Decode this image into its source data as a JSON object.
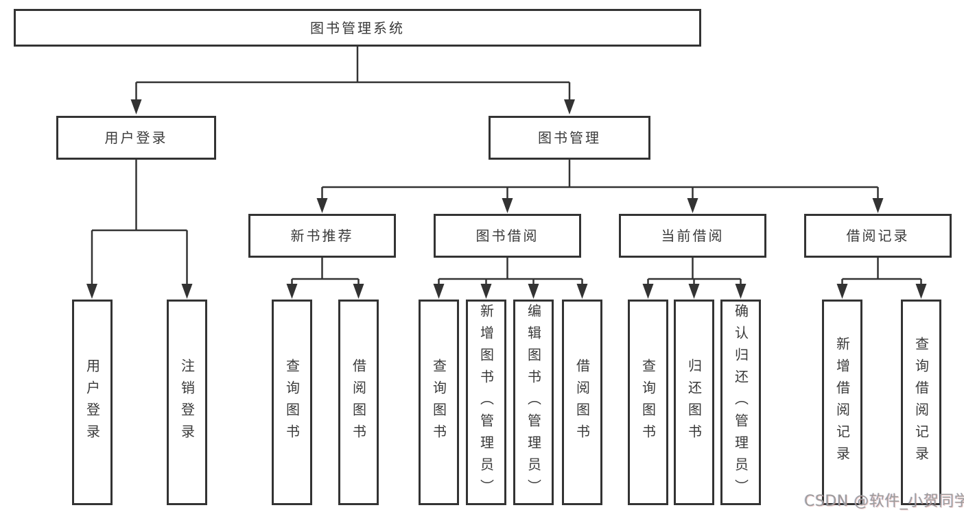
{
  "diagram": {
    "type": "hierarchy-tree",
    "tree": {
      "label": "图书管理系统",
      "children": [
        {
          "label": "用户登录",
          "children": [
            {
              "label": "用户登录"
            },
            {
              "label": "注销登录"
            }
          ]
        },
        {
          "label": "图书管理",
          "children": [
            {
              "label": "新书推荐",
              "children": [
                {
                  "label": "查询图书"
                },
                {
                  "label": "借阅图书"
                }
              ]
            },
            {
              "label": "图书借阅",
              "children": [
                {
                  "label": "查询图书"
                },
                {
                  "label": "新增图书（管理员）"
                },
                {
                  "label": "编辑图书（管理员）"
                },
                {
                  "label": "借阅图书"
                }
              ]
            },
            {
              "label": "当前借阅",
              "children": [
                {
                  "label": "查询图书"
                },
                {
                  "label": "归还图书"
                },
                {
                  "label": "确认归还（管理员）"
                }
              ]
            },
            {
              "label": "借阅记录",
              "children": [
                {
                  "label": "新增借阅记录"
                },
                {
                  "label": "查询借阅记录"
                }
              ]
            }
          ]
        }
      ]
    },
    "colors": {
      "line": "#333333",
      "box_border": "#333333",
      "text": "#3a3a3a",
      "background": "#ffffff",
      "watermark": "#9c9c9c"
    }
  },
  "watermark": {
    "text": "CSDN @软件_小贺同学"
  }
}
